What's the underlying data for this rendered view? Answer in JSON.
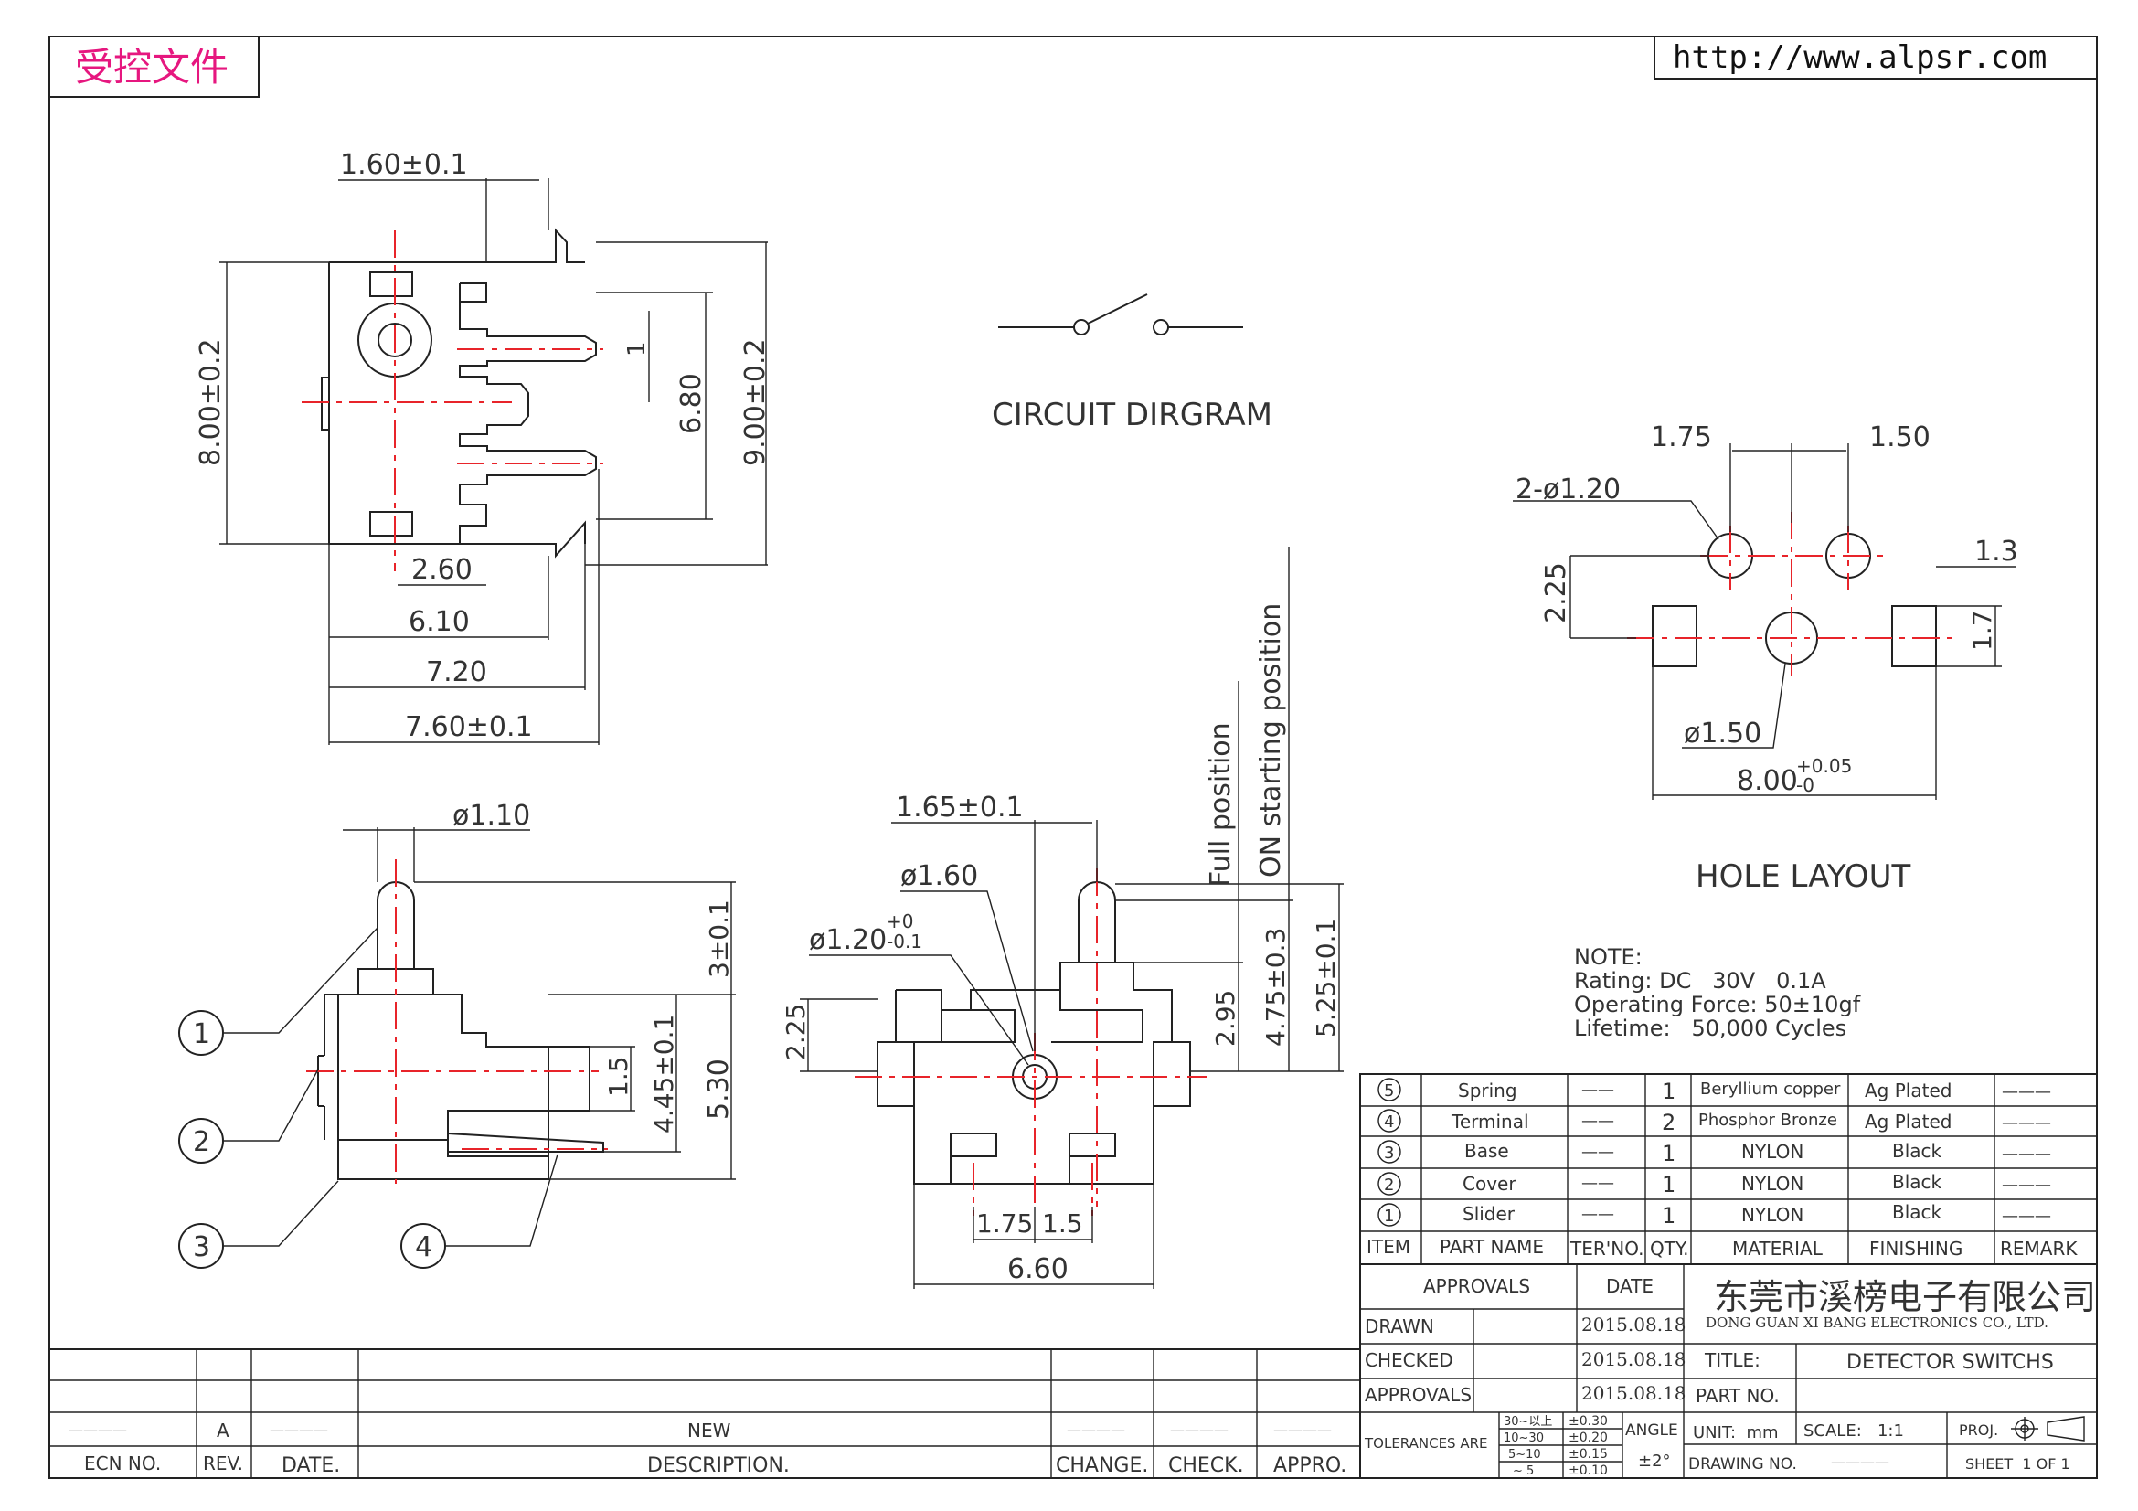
{
  "stamp": "受控文件",
  "url": "http://www.alpsr.com",
  "top_view": {
    "dim_pin_width": "1.60±0.1",
    "dim_height": "8.00±0.2",
    "dim_pitch": "6.80",
    "dim_total": "9.00±0.2",
    "dim_1": "1",
    "dim_w1": "2.60",
    "dim_w2": "6.10",
    "dim_w3": "7.20",
    "dim_w4": "7.60±0.1"
  },
  "circuit": {
    "label": "CIRCUIT DIRGRAM"
  },
  "hole_layout": {
    "label": "HOLE LAYOUT",
    "dim_a": "1.75",
    "dim_b": "1.50",
    "dim_holes": "2-ø1.20",
    "dim_c": "1.3",
    "dim_d": "2.25",
    "dim_e": "1.7",
    "dim_center": "ø1.50",
    "dim_width": "8.00",
    "tol_plus": "+0.05",
    "tol_minus": "-0"
  },
  "side_view": {
    "dim_dia": "ø1.10",
    "dim_top": "3±0.1",
    "dim_mid": "4.45±0.1",
    "dim_total": "5.30",
    "dim_small": "1.5",
    "callouts": [
      "1",
      "2",
      "3",
      "4"
    ]
  },
  "front_view": {
    "dim_offset": "1.65±0.1",
    "dim_d160": "ø1.60",
    "dim_d120": "ø1.20",
    "tol_plus": "+0",
    "tol_minus": "-0.1",
    "dim_h225": "2.25",
    "dim_h295": "2.95",
    "dim_h475": "4.75±0.3",
    "dim_h525": "5.25±0.1",
    "dim_p175": "1.75",
    "dim_p15": "1.5",
    "dim_w660": "6.60",
    "label_full": "Full position",
    "label_on": "ON starting position"
  },
  "note": {
    "title": "NOTE:",
    "rating": "Rating: DC   30V   0.1A",
    "force": "Operating Force: 50±10gf",
    "lifetime": "Lifetime:   50,000 Cycles"
  },
  "bom": {
    "headers": [
      "ITEM",
      "PART NAME",
      "TER'NO.",
      "QTY.",
      "MATERIAL",
      "FINISHING",
      "REMARK"
    ],
    "rows": [
      {
        "item": "5",
        "name": "Spring",
        "ter": "——",
        "qty": "1",
        "material": "Beryllium copper",
        "finish": "Ag Plated",
        "remark": "———"
      },
      {
        "item": "4",
        "name": "Terminal",
        "ter": "——",
        "qty": "2",
        "material": "Phosphor Bronze",
        "finish": "Ag Plated",
        "remark": "———"
      },
      {
        "item": "3",
        "name": "Base",
        "ter": "——",
        "qty": "1",
        "material": "NYLON",
        "finish": "Black",
        "remark": "———"
      },
      {
        "item": "2",
        "name": "Cover",
        "ter": "——",
        "qty": "1",
        "material": "NYLON",
        "finish": "Black",
        "remark": "———"
      },
      {
        "item": "1",
        "name": "Slider",
        "ter": "——",
        "qty": "1",
        "material": "NYLON",
        "finish": "Black",
        "remark": "———"
      }
    ]
  },
  "title_block": {
    "approvals_header": "APPROVALS",
    "date_header": "DATE",
    "drawn": "DRAWN",
    "checked": "CHECKED",
    "approvals": "APPROVALS",
    "date_drawn": "2015.08.18",
    "date_checked": "2015.08.18",
    "date_approvals": "2015.08.18",
    "company_cn": "东莞市溪榜电子有限公司",
    "company_en": "DONG GUAN XI BANG ELECTRONICS CO., LTD.",
    "title_label": "TITLE:",
    "title_value": "DETECTOR SWITCHS",
    "part_no_label": "PART NO.",
    "tolerances_label": "TOLERANCES ARE",
    "tol_ranges": [
      "30~以上",
      "10~30",
      "5~10",
      "~ 5"
    ],
    "tol_values": [
      "±0.30",
      "±0.20",
      "±0.15",
      "±0.10"
    ],
    "angle_label": "ANGLE",
    "angle_value": "±2°",
    "unit": "UNIT:  mm",
    "scale": "SCALE:   1:1",
    "proj": "PROJ.",
    "drawing_no": "DRAWING NO.",
    "drawing_no_value": "————",
    "sheet": "SHEET  1 OF 1"
  },
  "revision_block": {
    "dash": "————",
    "rev_value": "A",
    "desc_value": "NEW",
    "headers": [
      "ECN NO.",
      "REV.",
      "DATE.",
      "DESCRIPTION.",
      "CHANGE.",
      "CHECK.",
      "APPRO."
    ]
  }
}
